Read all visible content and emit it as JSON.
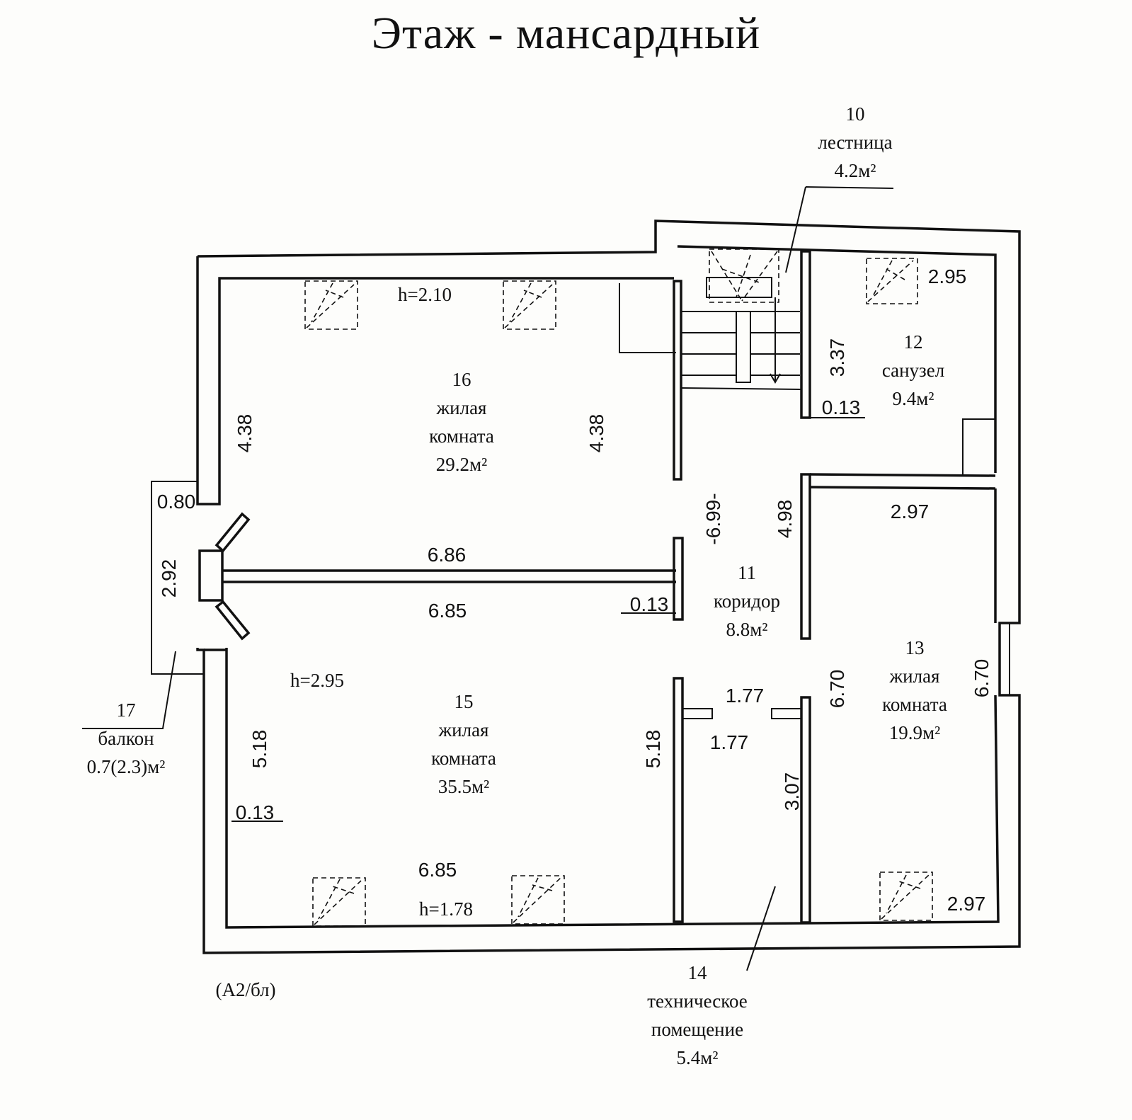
{
  "title": "Этаж  - мансардный",
  "rooms": [
    {
      "num": "10",
      "name": "лестница",
      "area": "4.2м²"
    },
    {
      "num": "11",
      "name": "коридор",
      "area": "8.8м²"
    },
    {
      "num": "12",
      "name": "санузел",
      "area": "9.4м²"
    },
    {
      "num": "13",
      "name": [
        "жилая",
        "комната"
      ],
      "area": "19.9м²"
    },
    {
      "num": "14",
      "name": [
        "техническое",
        "помещение"
      ],
      "area": "5.4м²"
    },
    {
      "num": "15",
      "name": [
        "жилая",
        "комната"
      ],
      "area": "35.5м²"
    },
    {
      "num": "16",
      "name": [
        "жилая",
        "комната"
      ],
      "area": "29.2м²"
    },
    {
      "num": "17",
      "name": "балкон",
      "area": "0.7(2.3)м²"
    }
  ],
  "heights": {
    "r16": "h=2.10",
    "r15_top": "h=2.95",
    "r15_bottom": "h=1.78"
  },
  "dims": {
    "d12_right": "2.95",
    "d12_vert": "3.37",
    "d12_wall": "0.13",
    "d16_left": "4.38",
    "d16_right": "4.38",
    "d_balcony_gap": "0.80",
    "d_balcony": "2.92",
    "d_corridor": "-6.99-",
    "d_corridor_side": "4.98",
    "d13_top": "2.97",
    "d16_bottom": "6.86",
    "d15_top": "6.85",
    "d_partition": "0.13",
    "d13_left": "6.70",
    "d13_right": "6.70",
    "d14_top": "1.77",
    "d14_mid": "1.77",
    "d15_left": "5.18",
    "d15_right": "5.18",
    "d15_wall": "0.13",
    "d14_vert": "3.07",
    "d15_bottom": "6.85",
    "d13_bottom": "2.97"
  },
  "stamp": "(А2/бл)"
}
